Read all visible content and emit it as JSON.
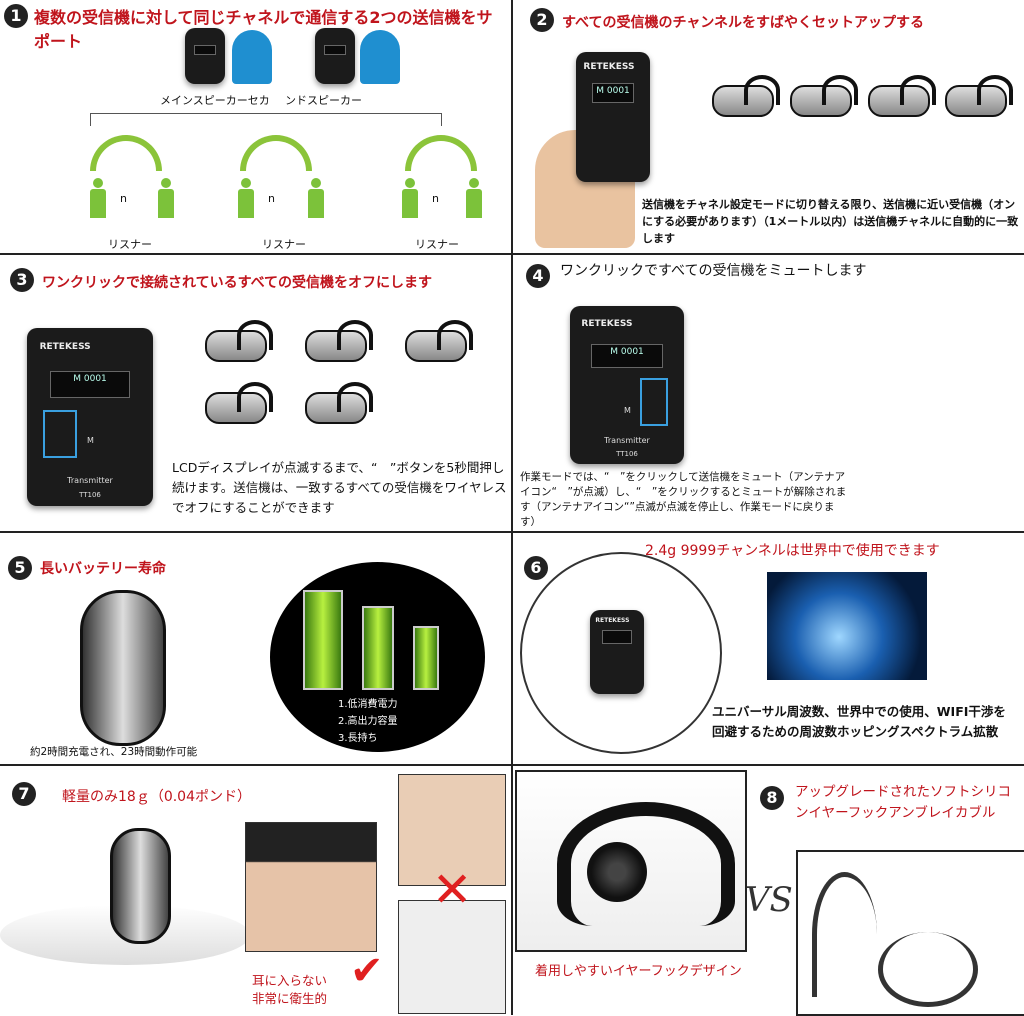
{
  "device": {
    "brand": "RETEKESS",
    "screen": "M 0001",
    "label": "Transmitter",
    "model": "TT106",
    "m_button": "M"
  },
  "panels": [
    {
      "num": "1",
      "title": "複数の受信機に対して同じチャネルで通信する2つの送信機をサポート",
      "speaker1": "メインスピーカーセカ",
      "speaker2": "ンドスピーカー",
      "listener": "リスナー",
      "n": "n"
    },
    {
      "num": "2",
      "title": "すべての受信機のチャンネルをすばやくセットアップする",
      "body": "送信機をチャネル設定モードに切り替える限り、送信機に近い受信機（オンにする必要があります）（1メートル以内）は送信機チャネルに自動的に一致します"
    },
    {
      "num": "3",
      "title": "ワンクリックで接続されているすべての受信機をオフにします",
      "body": "LCDディスプレイが点滅するまで、“　”ボタンを5秒間押し続けます。送信機は、一致するすべての受信機をワイヤレスでオフにすることができます"
    },
    {
      "num": "4",
      "title": "ワンクリックですべての受信機をミュートします",
      "body": "作業モードでは、“　”をクリックして送信機をミュート（アンテナアイコン“　”が点滅）し、“　”をクリックするとミュートが解除されます（アンテナアイコン“”点滅が点滅を停止し、作業モードに戻ります）"
    },
    {
      "num": "5",
      "title": "長いバッテリー寿命",
      "features": [
        "1.低消費電力",
        "2.高出力容量",
        "3.長持ち"
      ],
      "caption": "約2時間充電され、23時間動作可能"
    },
    {
      "num": "6",
      "title": "2.4g 9999チャンネルは世界中で使用できます",
      "body": "ユニバーサル周波数、世界中での使用、WIFI干渉を回避するための周波数ホッピングスペクトラム拡散"
    },
    {
      "num": "7",
      "title": "軽量のみ18ｇ（0.04ポンド）",
      "caption1": "耳に入らない",
      "caption2": "非常に衛生的"
    },
    {
      "num": "8",
      "title": "アップグレードされたソフトシリコンイヤーフックアンブレイカブル",
      "caption": "着用しやすいイヤーフックデザイン",
      "vs": "VS"
    }
  ]
}
